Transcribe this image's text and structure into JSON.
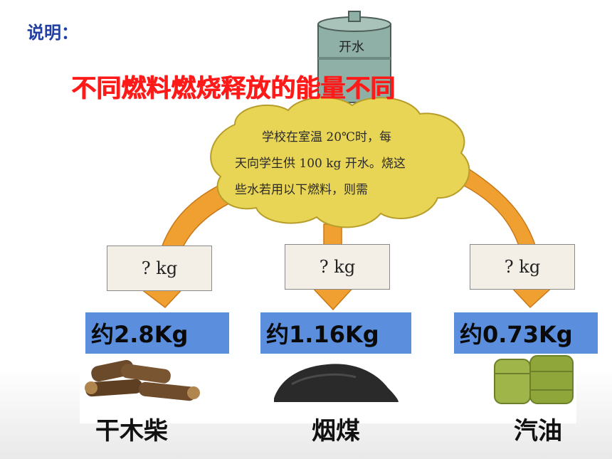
{
  "slide": {
    "label": "说明：",
    "headline": "不同燃料燃烧释放的能量不同"
  },
  "illustration": {
    "tank_label": "开水",
    "cloud_lines": [
      "学校在室温 20℃时，每",
      "天向学生供 100 kg 开水。烧这",
      "些水若用以下燃料，则需"
    ],
    "question_label": "? kg"
  },
  "fuels": [
    {
      "answer": "约2.8Kg",
      "name": "干木柴"
    },
    {
      "answer": "约1.16Kg",
      "name": "烟煤"
    },
    {
      "answer": "约0.73Kg",
      "name": "汽油"
    }
  ],
  "colors": {
    "headline": "#ff1a1a",
    "label": "#1f3fa3",
    "answer_bg": "#5b8fdd",
    "cloud": "#e8d455",
    "arrow": "#f0a030"
  }
}
